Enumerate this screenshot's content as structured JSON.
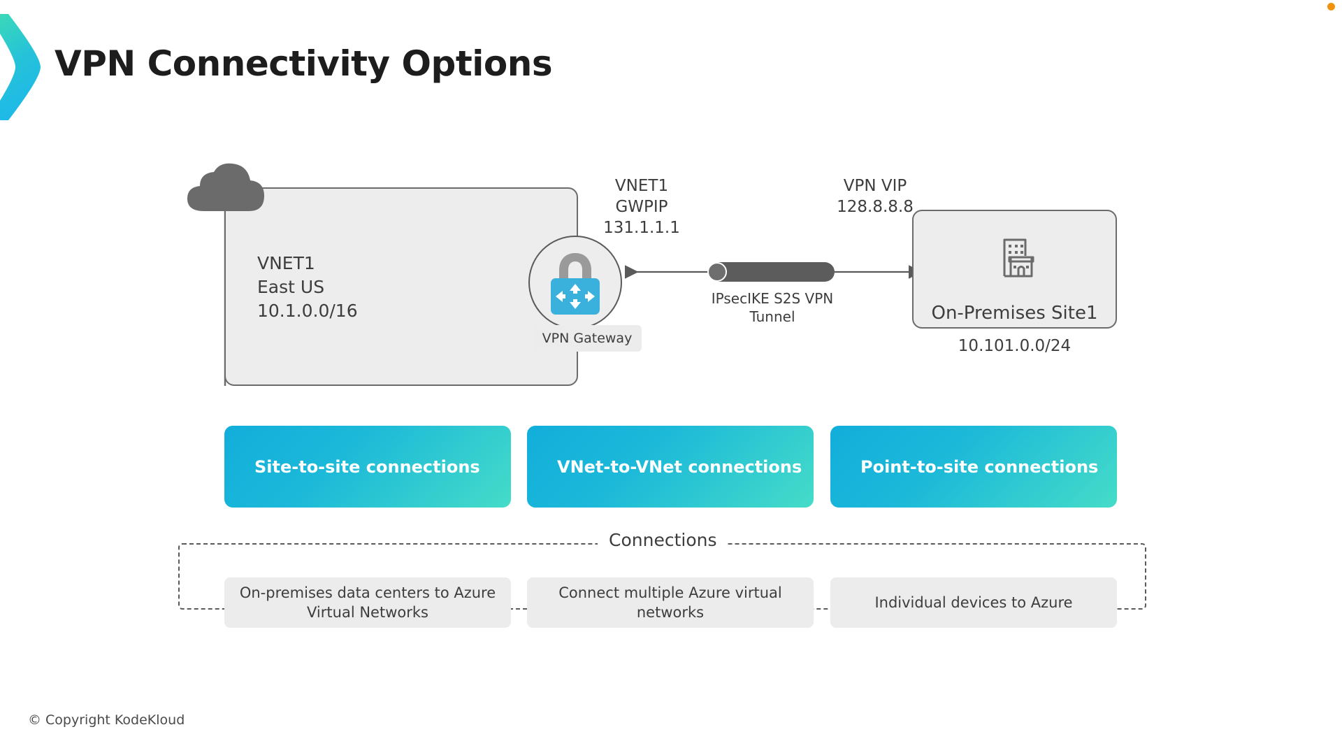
{
  "header": {
    "title": "VPN Connectivity Options",
    "logo_icon": "chevron-right-logo",
    "logo_gradient_from": "#3ddbb6",
    "logo_gradient_to": "#22c3e6"
  },
  "diagram": {
    "vnet": {
      "name": "VNET1",
      "region": "East US",
      "cidr": "10.1.0.0/16",
      "cloud_icon": "cloud-icon",
      "fill_color": "#ededed",
      "border_color": "#6b6b6b"
    },
    "gateway": {
      "caption": "VPN Gateway",
      "icon": "vpn-gateway-lock-icon",
      "lock_body_color": "#3ab0dd",
      "lock_shackle_color": "#9a9a9a",
      "pip_label": "VNET1 GWPIP",
      "pip_value": "131.1.1.1"
    },
    "tunnel": {
      "label_line1": "IPsecIKE S2S VPN",
      "label_line2": "Tunnel",
      "icon": "tunnel-pill-icon",
      "color": "#5c5c5c"
    },
    "vip": {
      "label": "VPN VIP",
      "value": "128.8.8.8"
    },
    "onprem": {
      "title": "On-Premises Site1",
      "cidr": "10.101.0.0/24",
      "icon": "office-building-icon"
    },
    "arrows": {
      "left_arrow_icon": "arrow-left-icon",
      "right_arrow_icon": "arrow-right-icon",
      "color": "#5a5a5a"
    }
  },
  "options": [
    {
      "label": "Site-to-site connections",
      "description": "On-premises data centers to Azure Virtual Networks"
    },
    {
      "label": "VNet-to-VNet connections",
      "description": "Connect multiple Azure virtual networks"
    },
    {
      "label": "Point-to-site connections",
      "description": "Individual devices to Azure"
    }
  ],
  "connections_group": {
    "legend": "Connections",
    "border_style": "dashed"
  },
  "footer": {
    "copyright": "© Copyright KodeKloud"
  },
  "theme": {
    "accent_start": "#12aedb",
    "accent_end": "#45dcc8",
    "panel_fill": "#ededed",
    "text_color": "#3d3d3d",
    "background": "#ffffff"
  }
}
